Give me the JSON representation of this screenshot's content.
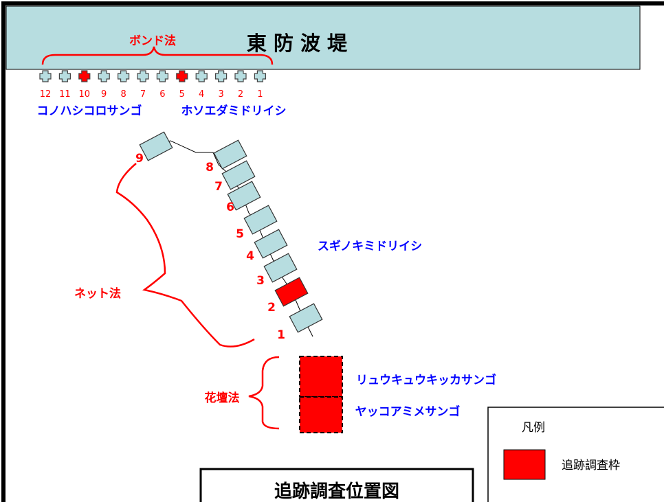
{
  "breakwater": {
    "label": "東 防 波 堤"
  },
  "bond": {
    "method_label": "ボンド法",
    "numbers": [
      "12",
      "11",
      "10",
      "9",
      "8",
      "7",
      "6",
      "5",
      "4",
      "3",
      "2",
      "1"
    ],
    "tracked": [
      "10",
      "5"
    ],
    "species_left": "コノハシコロサンゴ",
    "species_right": "ホソエダミドリイシ"
  },
  "net": {
    "method_label": "ネット法",
    "numbers": [
      "9",
      "8",
      "7",
      "6",
      "5",
      "4",
      "3",
      "2",
      "1"
    ],
    "tracked": [
      "2"
    ],
    "species": "スギノキミドリイシ"
  },
  "kadan": {
    "method_label": "花壇法",
    "species_upper": "リュウキュウキッカサンゴ",
    "species_lower": "ヤッコアミメサンゴ"
  },
  "legend": {
    "title": "凡例",
    "item_label": "追跡調査枠"
  },
  "map_title": "追跡調査位置図",
  "colors": {
    "breakwater": "#b7dde0",
    "frame": "#b7dde0",
    "tracked": "#ff0000",
    "method_text": "#ff0000",
    "species_text": "#0000ff"
  }
}
